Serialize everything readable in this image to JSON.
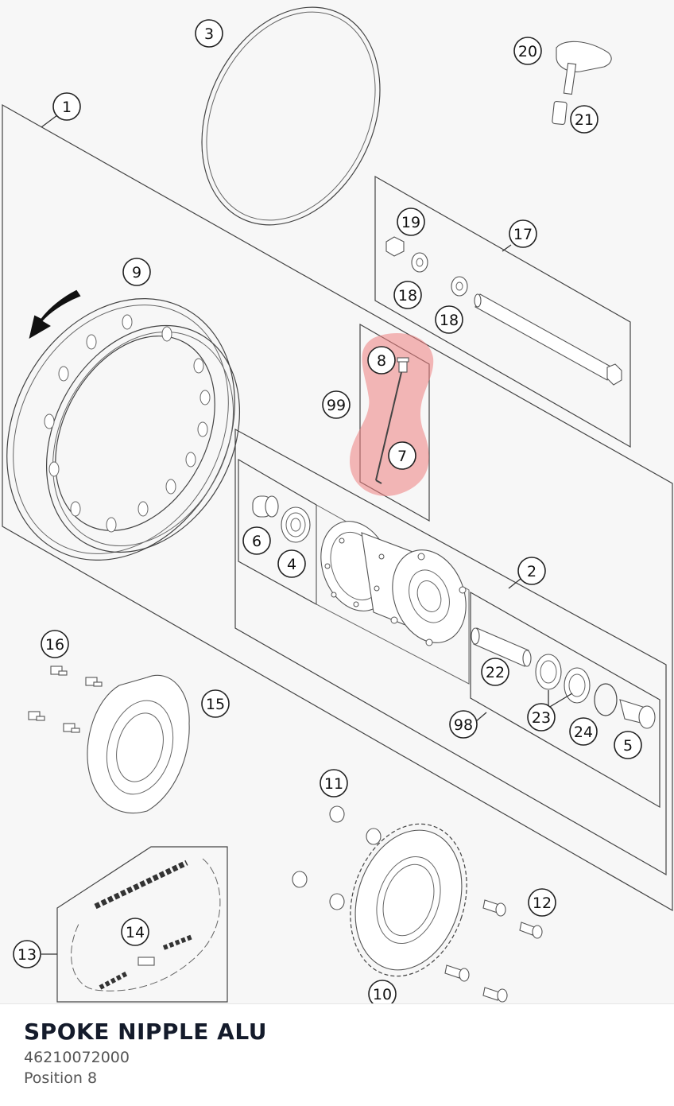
{
  "part": {
    "name": "SPOKE NIPPLE ALU",
    "number": "46210072000",
    "position_label": "Position 8"
  },
  "highlight": {
    "color": "#ef7f7f",
    "highlighted_callouts": [
      "8",
      "7"
    ]
  },
  "callouts": [
    {
      "id": "c1",
      "label": "1"
    },
    {
      "id": "c2",
      "label": "2"
    },
    {
      "id": "c3",
      "label": "3"
    },
    {
      "id": "c4",
      "label": "4"
    },
    {
      "id": "c5",
      "label": "5"
    },
    {
      "id": "c6",
      "label": "6"
    },
    {
      "id": "c7",
      "label": "7"
    },
    {
      "id": "c8",
      "label": "8"
    },
    {
      "id": "c9",
      "label": "9"
    },
    {
      "id": "c10",
      "label": "10"
    },
    {
      "id": "c11",
      "label": "11"
    },
    {
      "id": "c12",
      "label": "12"
    },
    {
      "id": "c13",
      "label": "13"
    },
    {
      "id": "c14",
      "label": "14"
    },
    {
      "id": "c15",
      "label": "15"
    },
    {
      "id": "c16",
      "label": "16"
    },
    {
      "id": "c17",
      "label": "17"
    },
    {
      "id": "c18a",
      "label": "18"
    },
    {
      "id": "c18b",
      "label": "18"
    },
    {
      "id": "c19",
      "label": "19"
    },
    {
      "id": "c20",
      "label": "20"
    },
    {
      "id": "c21",
      "label": "21"
    },
    {
      "id": "c22",
      "label": "22"
    },
    {
      "id": "c23",
      "label": "23"
    },
    {
      "id": "c24",
      "label": "24"
    },
    {
      "id": "c98",
      "label": "98"
    },
    {
      "id": "c99",
      "label": "99"
    }
  ]
}
